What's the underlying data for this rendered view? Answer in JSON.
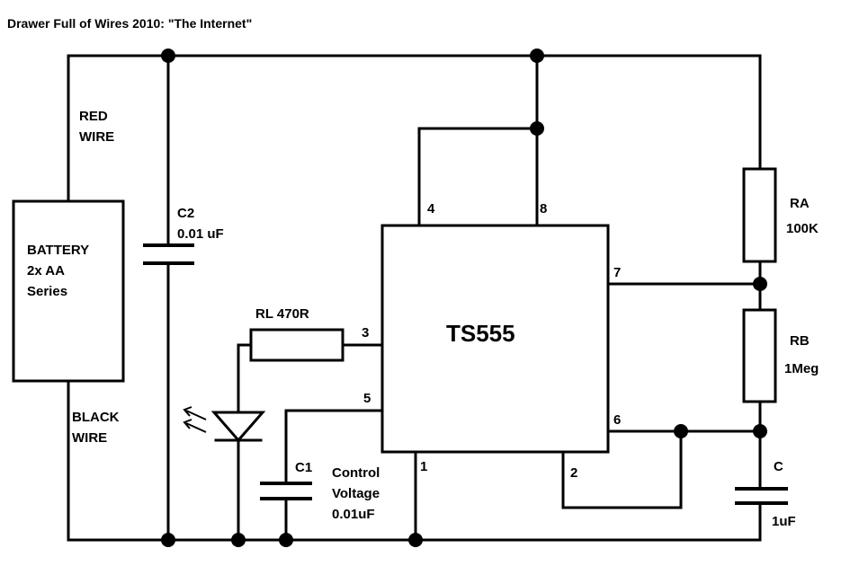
{
  "title": "Drawer Full of Wires 2010:  \"The Internet\"",
  "battery": {
    "line1": "BATTERY",
    "line2": "2x AA",
    "line3": "Series"
  },
  "red_wire": {
    "line1": "RED",
    "line2": "WIRE"
  },
  "black_wire": {
    "line1": "BLACK",
    "line2": "WIRE"
  },
  "c2": {
    "name": "C2",
    "value": "0.01 uF"
  },
  "rl": {
    "label": "RL 470R"
  },
  "c1": {
    "name": "C1"
  },
  "control_voltage": {
    "line1": "Control",
    "line2": "Voltage",
    "line3": "0.01uF"
  },
  "chip": {
    "name": "TS555",
    "pins": {
      "p1": "1",
      "p2": "2",
      "p3": "3",
      "p4": "4",
      "p5": "5",
      "p6": "6",
      "p7": "7",
      "p8": "8"
    }
  },
  "ra": {
    "name": "RA",
    "value": "100K"
  },
  "rb": {
    "name": "RB",
    "value": "1Meg"
  },
  "c": {
    "name": "C",
    "value": "1uF"
  },
  "colors": {
    "ink": "#000000",
    "background": "#ffffff"
  }
}
